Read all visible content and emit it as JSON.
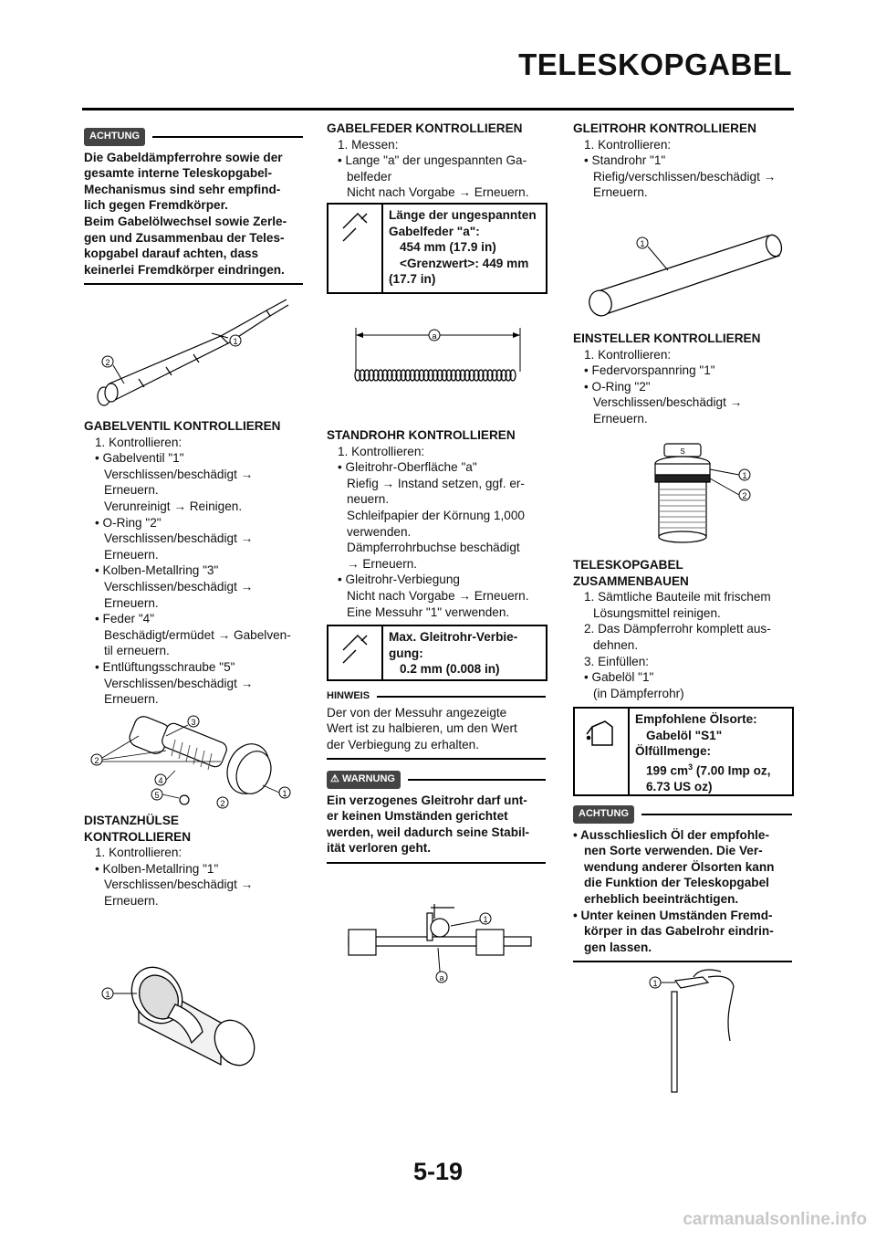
{
  "page_title": "TELESKOPGABEL",
  "page_number": "5-19",
  "watermark": "carmanualsonline.info",
  "col1": {
    "achtung_label": "ACHTUNG",
    "caution_lines": [
      "Die Gabeldämpferrohre sowie der",
      "gesamte interne Teleskopgabel-",
      "Mechanismus sind sehr empfind-",
      "lich gegen Fremdkörper.",
      "Beim Gabelölwechsel sowie Zerle-",
      "gen und Zusammenbau der Teles-",
      "kopgabel darauf achten, dass",
      "keinerlei Fremdkörper eindringen."
    ],
    "fig1_callouts": [
      "1",
      "2"
    ],
    "valve_heading": "GABELVENTIL KONTROLLIEREN",
    "valve_step": "1.  Kontrollieren:",
    "valve_items": [
      {
        "bullet": "• Gabelventil \"1\"",
        "lines": [
          "Verschlissen/beschädigt →",
          "Erneuern.",
          "Verunreinigt → Reinigen."
        ]
      },
      {
        "bullet": "• O-Ring \"2\"",
        "lines": [
          "Verschlissen/beschädigt →",
          "Erneuern."
        ]
      },
      {
        "bullet": "• Kolben-Metallring \"3\"",
        "lines": [
          "Verschlissen/beschädigt →",
          "Erneuern."
        ]
      },
      {
        "bullet": "• Feder \"4\"",
        "lines": [
          "Beschädigt/ermüdet → Gabelven-",
          "til erneuern."
        ]
      },
      {
        "bullet": "• Entlüftungsschraube \"5\"",
        "lines": [
          "Verschlissen/beschädigt →",
          "Erneuern."
        ]
      }
    ],
    "fig2_callouts": [
      "3",
      "2",
      "4",
      "5",
      "2",
      "1"
    ],
    "collar_heading_1": "DISTANZHÜLSE",
    "collar_heading_2": "KONTROLLIEREN",
    "collar_step": "1.  Kontrollieren:",
    "collar_bullet": "• Kolben-Metallring \"1\"",
    "collar_lines": [
      "Verschlissen/beschädigt →",
      "Erneuern."
    ],
    "fig3_callouts": [
      "1"
    ]
  },
  "col2": {
    "spring_heading": "GABELFEDER KONTROLLIEREN",
    "spring_step": "1.  Messen:",
    "spring_bullet": "• Lange \"a\" der ungespannten Ga-",
    "spring_lines": [
      "belfeder",
      "Nicht nach Vorgabe → Erneuern."
    ],
    "spec1_lines": [
      "Länge der ungespannten",
      "Gabelfeder \"a\":"
    ],
    "spec1_values": [
      "454 mm (17.9 in)",
      "<Grenzwert>: 449 mm",
      "(17.7 in)"
    ],
    "fig4_callouts": [
      "a"
    ],
    "tube_heading": "STANDROHR KONTROLLIEREN",
    "tube_step": "1.  Kontrollieren:",
    "tube_bullet1": "• Gleitrohr-Oberfläche \"a\"",
    "tube_lines1": [
      "Riefig → Instand setzen, ggf. er-",
      "neuern.",
      "Schleifpapier der Körnung 1,000",
      "verwenden.",
      "Dämpferrohrbuchse beschädigt",
      "→ Erneuern."
    ],
    "tube_bullet2": "• Gleitrohr-Verbiegung",
    "tube_lines2": [
      "Nicht nach Vorgabe → Erneuern.",
      "Eine Messuhr \"1\" verwenden."
    ],
    "spec2_lines": [
      "Max. Gleitrohr-Verbie-",
      "gung:"
    ],
    "spec2_values": [
      "0.2 mm (0.008 in)"
    ],
    "hinweis_label": "HINWEIS",
    "hinweis_lines": [
      "Der von der Messuhr angezeigte",
      "Wert ist zu halbieren, um den Wert",
      "der Verbiegung zu erhalten."
    ],
    "warnung_label": "WARNUNG",
    "warning_lines": [
      "Ein verzogenes Gleitrohr darf unt-",
      "er keinen Umständen gerichtet",
      "werden, weil dadurch seine Stabil-",
      "ität verloren geht."
    ],
    "fig5_callouts": [
      "1",
      "a"
    ]
  },
  "col3": {
    "outer_heading": "GLEITROHR KONTROLLIEREN",
    "outer_step": "1.  Kontrollieren:",
    "outer_bullet": "• Standrohr \"1\"",
    "outer_lines": [
      "Riefig/verschlissen/beschädigt →",
      "Erneuern."
    ],
    "fig6_callouts": [
      "1"
    ],
    "adj_heading": "EINSTELLER KONTROLLIEREN",
    "adj_step": "1.  Kontrollieren:",
    "adj_bullet1": "• Federvorspannring \"1\"",
    "adj_bullet2": "• O-Ring \"2\"",
    "adj_lines": [
      "Verschlissen/beschädigt →",
      "Erneuern."
    ],
    "fig7_callouts": [
      "1",
      "2"
    ],
    "fig7_cap_text": "S",
    "asm_heading_1": "TELESKOPGABEL",
    "asm_heading_2": "ZUSAMMENBAUEN",
    "asm_step1": [
      "1.  Sämtliche Bauteile mit frischem",
      "Lösungsmittel reinigen."
    ],
    "asm_step2": [
      "2.  Das Dämpferrohr komplett aus-",
      "dehnen."
    ],
    "asm_step3": "3.  Einfüllen:",
    "asm_bullet": "• Gabelöl \"1\"",
    "asm_bullet_line": "(in Dämpferrohr)",
    "spec3_l1": "Empfohlene Ölsorte:",
    "spec3_l2": "Gabelöl \"S1\"",
    "spec3_l3": "Ölfüllmenge:",
    "spec3_l4a": "199 cm",
    "spec3_l4sup": "3",
    "spec3_l4b": " (7.00 Imp oz,",
    "spec3_l5": "6.73 US oz)",
    "achtung_label": "ACHTUNG",
    "caution_bullets": [
      {
        "first": "• Ausschlieslich Öl der empfohle-",
        "rest": [
          "nen Sorte verwenden. Die Ver-",
          "wendung anderer Ölsorten kann",
          "die Funktion der Teleskopgabel",
          "erheblich beeinträchtigen."
        ]
      },
      {
        "first": "• Unter keinen Umständen Fremd-",
        "rest": [
          "körper in das Gabelrohr eindrin-",
          "gen lassen."
        ]
      }
    ],
    "fig8_callouts": [
      "1"
    ]
  }
}
